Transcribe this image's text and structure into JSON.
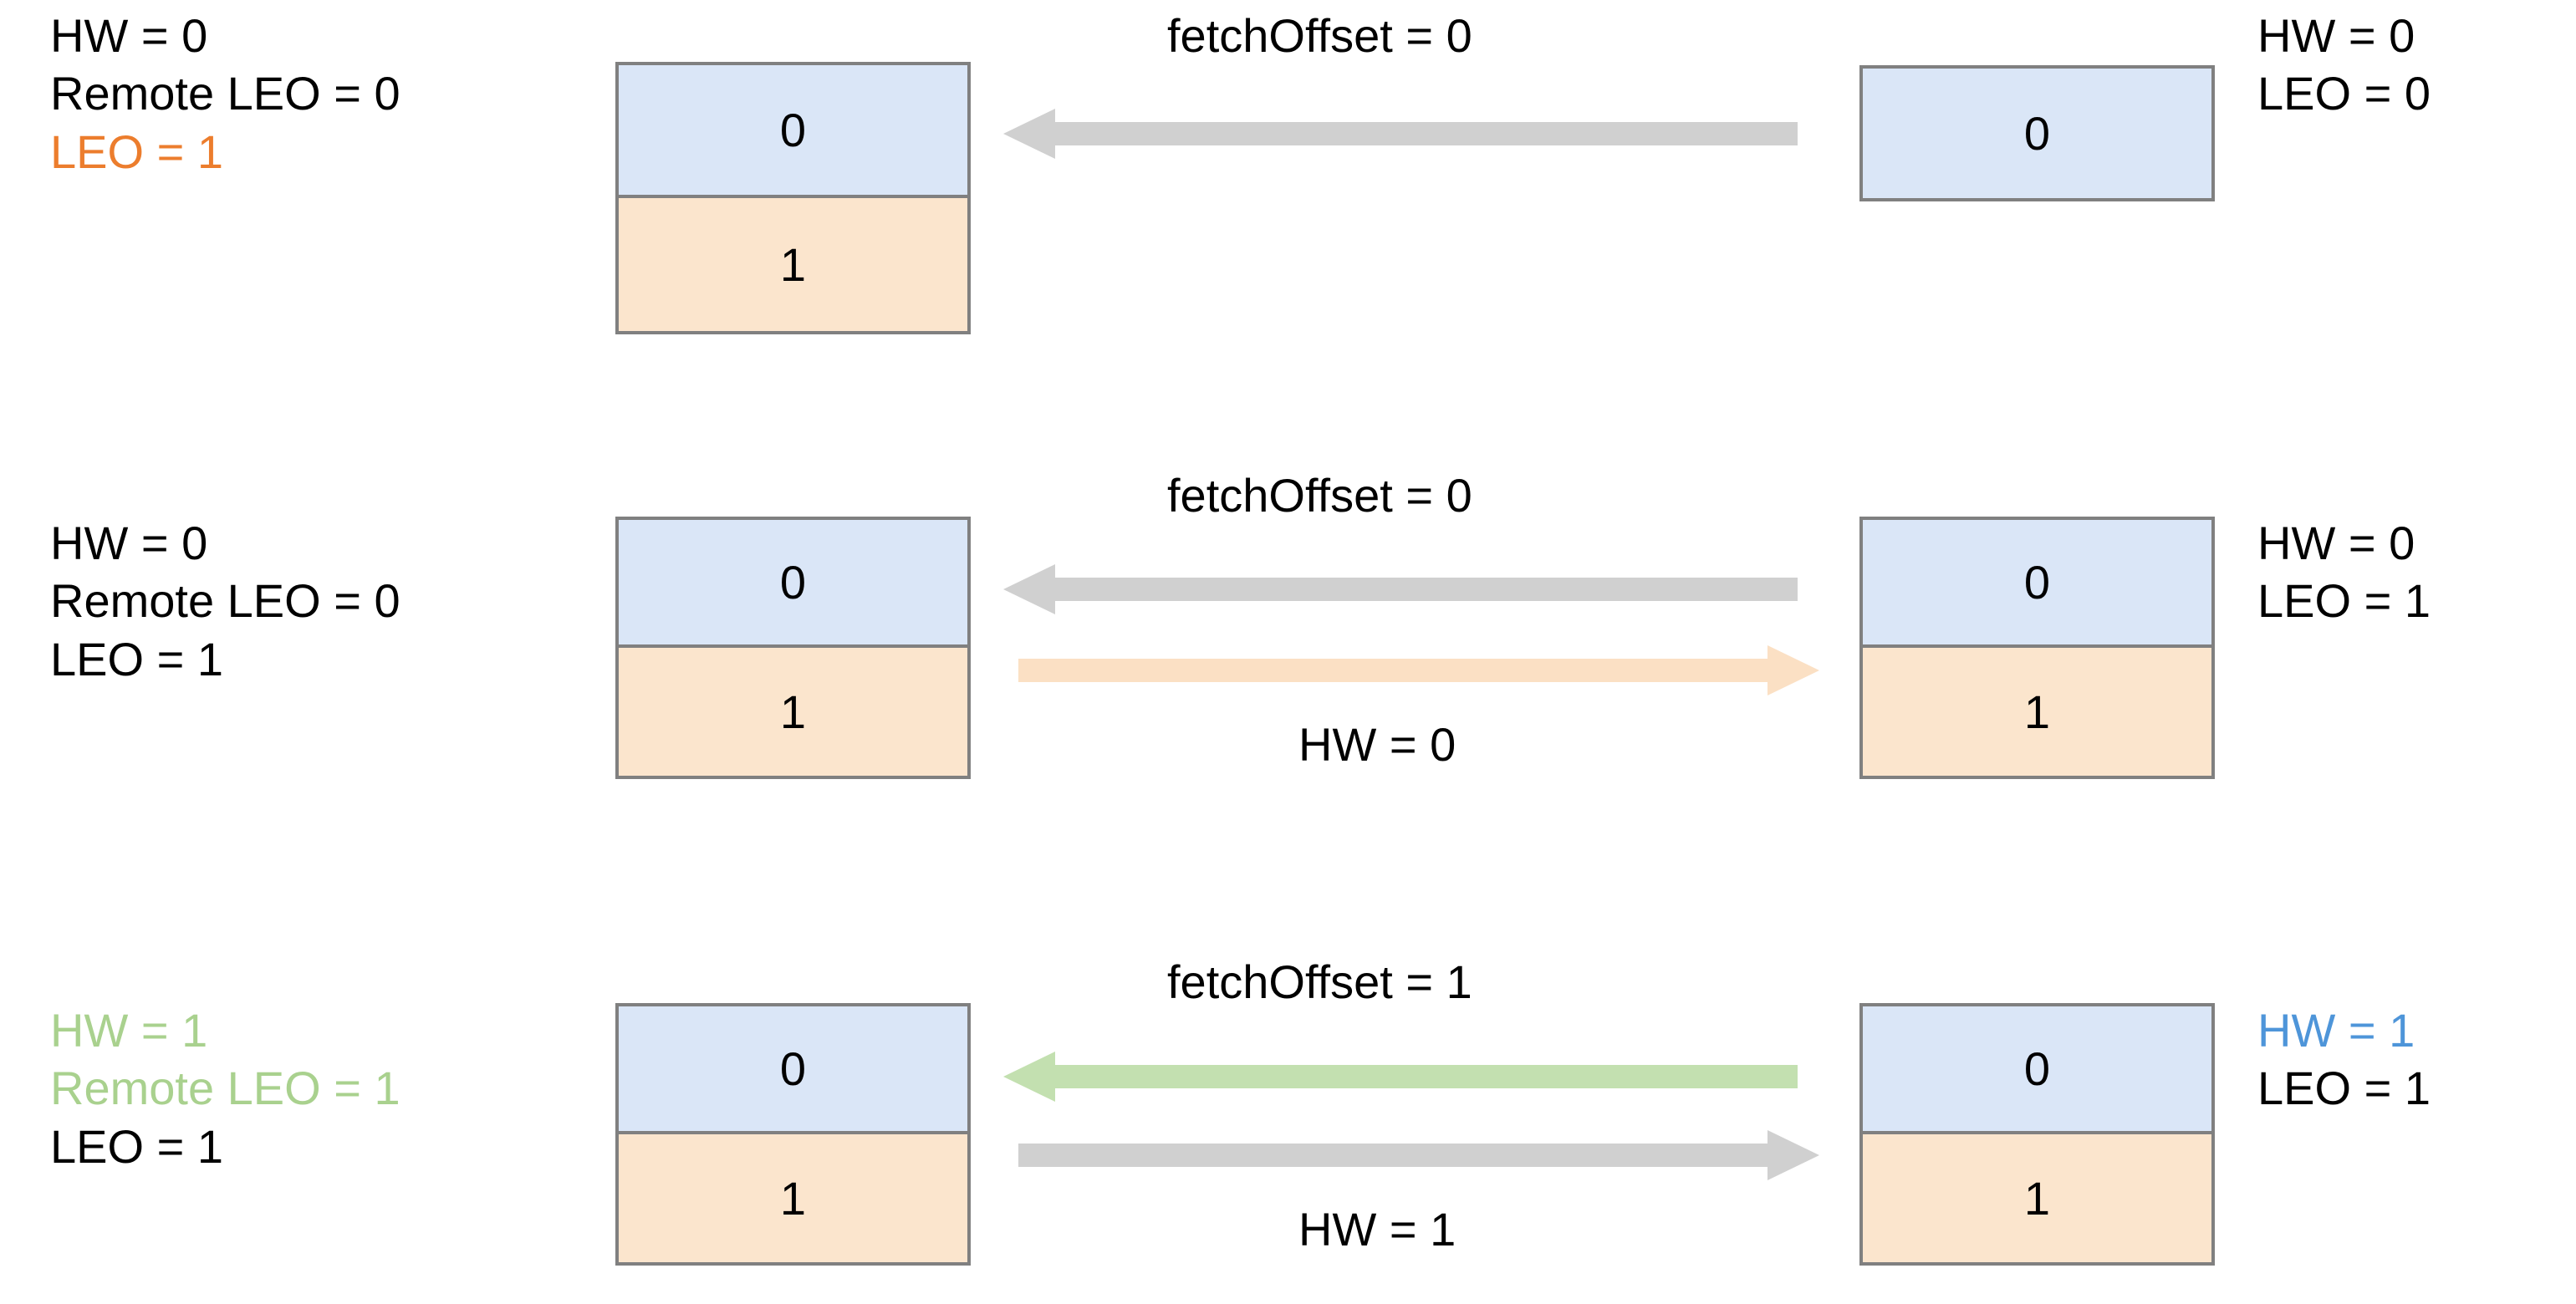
{
  "diagram": {
    "title_text": "",
    "colors": {
      "cell_blue": "#dae6f7",
      "cell_orange": "#fbe5cd",
      "border_gray": "#808080",
      "arrow_gray": "#d0d0d0",
      "arrow_orange": "#fbe0c4",
      "arrow_green": "#c3e0b0",
      "text_orange": "#ec7d2d",
      "text_green": "#a9d18e",
      "text_blue": "#4e95d9",
      "text_black": "#000000"
    },
    "rows": [
      {
        "id": "row-1",
        "left_labels": [
          {
            "text": "HW = 0",
            "color": "black"
          },
          {
            "text": "Remote LEO = 0",
            "color": "black"
          },
          {
            "text": "LEO = 1",
            "color": "orange"
          }
        ],
        "left_box": {
          "cells": [
            {
              "value": "0",
              "fill": "blue"
            },
            {
              "value": "1",
              "fill": "orange"
            }
          ]
        },
        "right_box": {
          "cells": [
            {
              "value": "0",
              "fill": "blue"
            }
          ]
        },
        "right_labels": [
          {
            "text": "HW = 0",
            "color": "black"
          },
          {
            "text": "LEO = 0",
            "color": "black"
          }
        ],
        "arrows": [
          {
            "name": "fetch-request-arrow",
            "direction": "left",
            "color": "arrow_gray",
            "caption": "fetchOffset = 0",
            "caption_color": "black",
            "caption_position": "above"
          }
        ]
      },
      {
        "id": "row-2",
        "left_labels": [
          {
            "text": "HW = 0",
            "color": "black"
          },
          {
            "text": "Remote LEO = 0",
            "color": "black"
          },
          {
            "text": "LEO = 1",
            "color": "black"
          }
        ],
        "left_box": {
          "cells": [
            {
              "value": "0",
              "fill": "blue"
            },
            {
              "value": "1",
              "fill": "orange"
            }
          ]
        },
        "right_box": {
          "cells": [
            {
              "value": "0",
              "fill": "blue"
            },
            {
              "value": "1",
              "fill": "orange"
            }
          ]
        },
        "right_labels": [
          {
            "text": "HW = 0",
            "color": "black"
          },
          {
            "text": "LEO = 1",
            "color": "black"
          }
        ],
        "arrows": [
          {
            "name": "fetch-request-arrow",
            "direction": "left",
            "color": "arrow_gray",
            "caption": "fetchOffset = 0",
            "caption_color": "black",
            "caption_position": "above"
          },
          {
            "name": "fetch-response-arrow",
            "direction": "right",
            "color": "arrow_orange",
            "caption": "HW = 0",
            "caption_color": "orange",
            "caption_position": "below"
          }
        ]
      },
      {
        "id": "row-3",
        "left_labels": [
          {
            "text": "HW = 1",
            "color": "green"
          },
          {
            "text": "Remote LEO = 1",
            "color": "green"
          },
          {
            "text": "LEO = 1",
            "color": "black"
          }
        ],
        "left_box": {
          "cells": [
            {
              "value": "0",
              "fill": "blue"
            },
            {
              "value": "1",
              "fill": "orange"
            }
          ]
        },
        "right_box": {
          "cells": [
            {
              "value": "0",
              "fill": "blue"
            },
            {
              "value": "1",
              "fill": "orange"
            }
          ]
        },
        "right_labels": [
          {
            "text": "HW = 1",
            "color": "blue"
          },
          {
            "text": "LEO = 1",
            "color": "black"
          }
        ],
        "arrows": [
          {
            "name": "fetch-request-arrow",
            "direction": "left",
            "color": "arrow_green",
            "caption": "fetchOffset = 1",
            "caption_color": "black",
            "caption_position": "above"
          },
          {
            "name": "fetch-response-arrow",
            "direction": "right",
            "color": "arrow_gray",
            "caption": "HW = 1",
            "caption_color": "blue",
            "caption_position": "below"
          }
        ]
      }
    ]
  }
}
